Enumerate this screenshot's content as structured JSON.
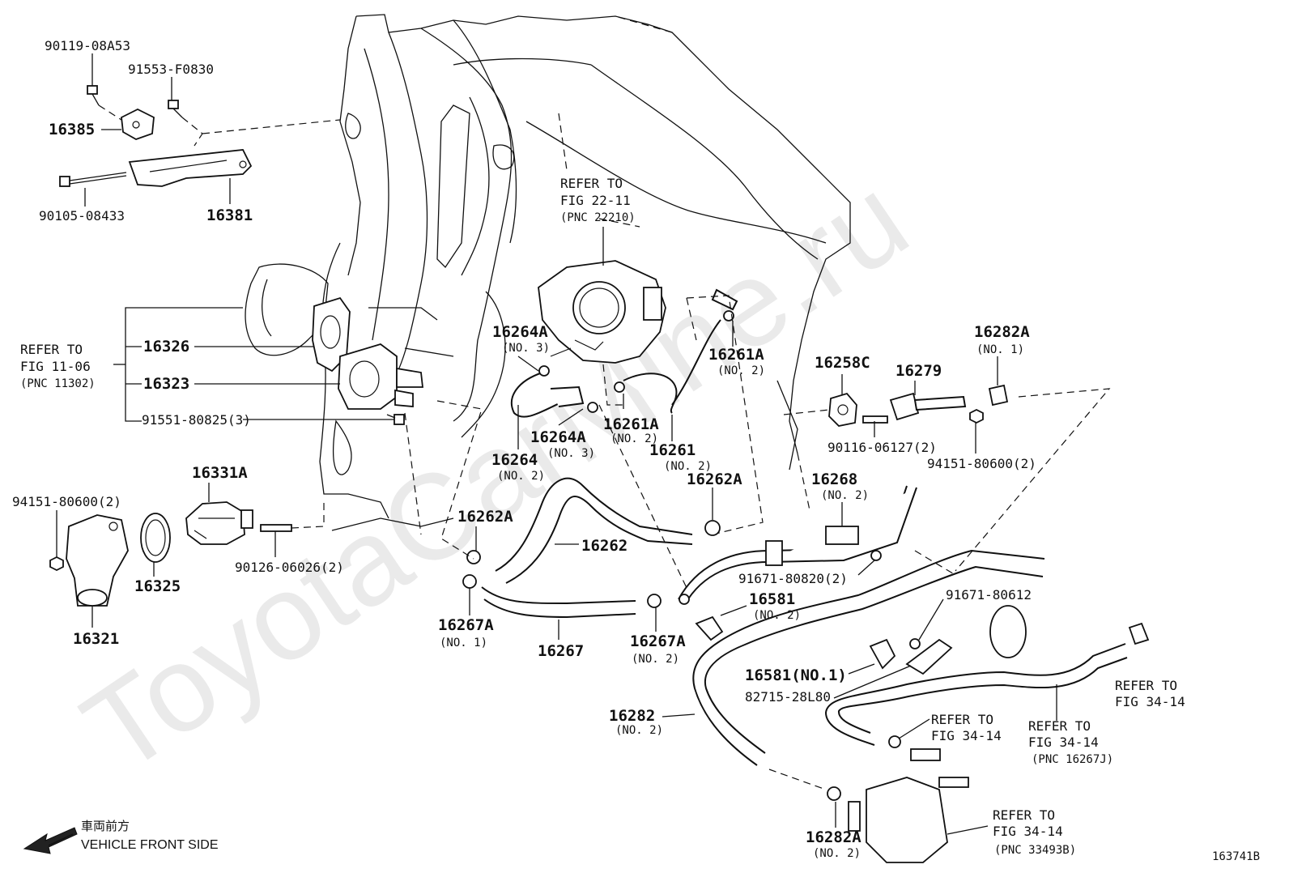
{
  "watermark": "ToyotaCarMine.ru",
  "labels": {
    "p90119": "90119-08A53",
    "p91553": "91553-F0830",
    "p16385": "16385",
    "p90105": "90105-08433",
    "p16381": "16381",
    "ref_fig2211_a": "REFER TO",
    "ref_fig2211_b": "FIG 22-11",
    "ref_fig2211_c": "(PNC 22210)",
    "ref_fig1106_a": "REFER TO",
    "ref_fig1106_b": "FIG 11-06",
    "ref_fig1106_c": "(PNC 11302)",
    "p16326": "16326",
    "p16323": "16323",
    "p91551": "91551-80825(3)",
    "p16264A_1": "16264A",
    "p16264A_1n": "(NO. 3)",
    "p16261A_1": "16261A",
    "p16261A_1n": "(NO. 2)",
    "p16282A_1": "16282A",
    "p16282A_1n": "(NO. 1)",
    "p16258C": "16258C",
    "p16279": "16279",
    "p16261A_2": "16261A",
    "p16261A_2n": "(NO. 2)",
    "p16264A_2": "16264A",
    "p16264A_2n": "(NO. 3)",
    "p90116": "90116-06127(2)",
    "p94151_r": "94151-80600(2)",
    "p16264": "16264",
    "p16264n": "(NO. 2)",
    "p16261": "16261",
    "p16261n": "(NO. 2)",
    "p16331A": "16331A",
    "p94151_l": "94151-80600(2)",
    "p16262A_1": "16262A",
    "p16262A_2": "16262A",
    "p16268": "16268",
    "p16268n": "(NO. 2)",
    "p16262": "16262",
    "p16325": "16325",
    "p90126": "90126-06026(2)",
    "p91671_a": "91671-80820(2)",
    "p91671_b": "91671-80612",
    "p16321": "16321",
    "p16581_2": "16581",
    "p16581_2n": "(NO. 2)",
    "p16267A_1": "16267A",
    "p16267A_1n": "(NO. 1)",
    "p16267": "16267",
    "p16267A_2": "16267A",
    "p16267A_2n": "(NO. 2)",
    "p16581_1": "16581(NO.1)",
    "p82715": "82715-28L80",
    "ref_fig3414_a1": "REFER TO",
    "ref_fig3414_a2": "FIG 34-14",
    "p16282": "16282",
    "p16282n": "(NO. 2)",
    "ref_fig3414_b1": "REFER TO",
    "ref_fig3414_b2": "FIG 34-14",
    "ref_fig3414_c1": "REFER TO",
    "ref_fig3414_c2": "FIG 34-14",
    "ref_fig3414_c3": "(PNC 16267J)",
    "p16282A_2": "16282A",
    "p16282A_2n": "(NO. 2)",
    "ref_fig3414_d1": "REFER TO",
    "ref_fig3414_d2": "FIG 34-14",
    "ref_fig3414_d3": "(PNC 33493B)",
    "front_jp": "車両前方",
    "front_en": "VEHICLE FRONT SIDE",
    "figure_id": "163741B"
  }
}
